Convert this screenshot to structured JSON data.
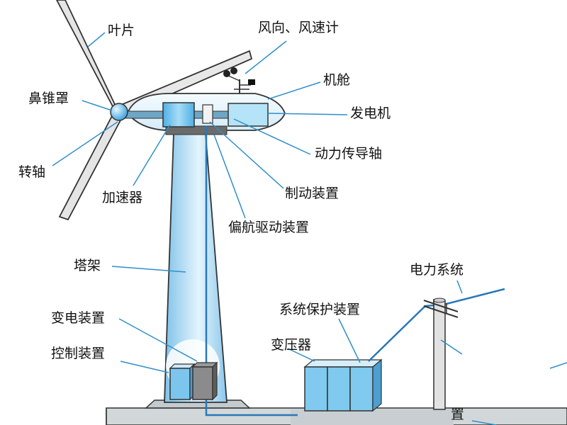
{
  "labels": {
    "blade": "叶片",
    "anemometer": "风向、风速计",
    "nacelle": "机舱",
    "nose_cone": "鼻锥罩",
    "generator": "发电机",
    "power_shaft": "动力传导轴",
    "rotor_shaft": "转轴",
    "gearbox": "加速器",
    "brake": "制动装置",
    "yaw_drive": "偏航驱动装置",
    "tower": "塔架",
    "power_system": "电力系统",
    "protection": "系统保护装置",
    "transformer_station": "变电装置",
    "transformer": "变压器",
    "control": "控制装置",
    "partial_bottom": "置"
  },
  "colors": {
    "outline": "#333333",
    "tower": "#9fd3f0",
    "tower_light": "#eaf6fc",
    "component": "#6fc6ef",
    "leader": "#2f8fc9",
    "cable": "#2a78b8",
    "ground": "#d4dadb",
    "blade": "#e6e6e6"
  }
}
